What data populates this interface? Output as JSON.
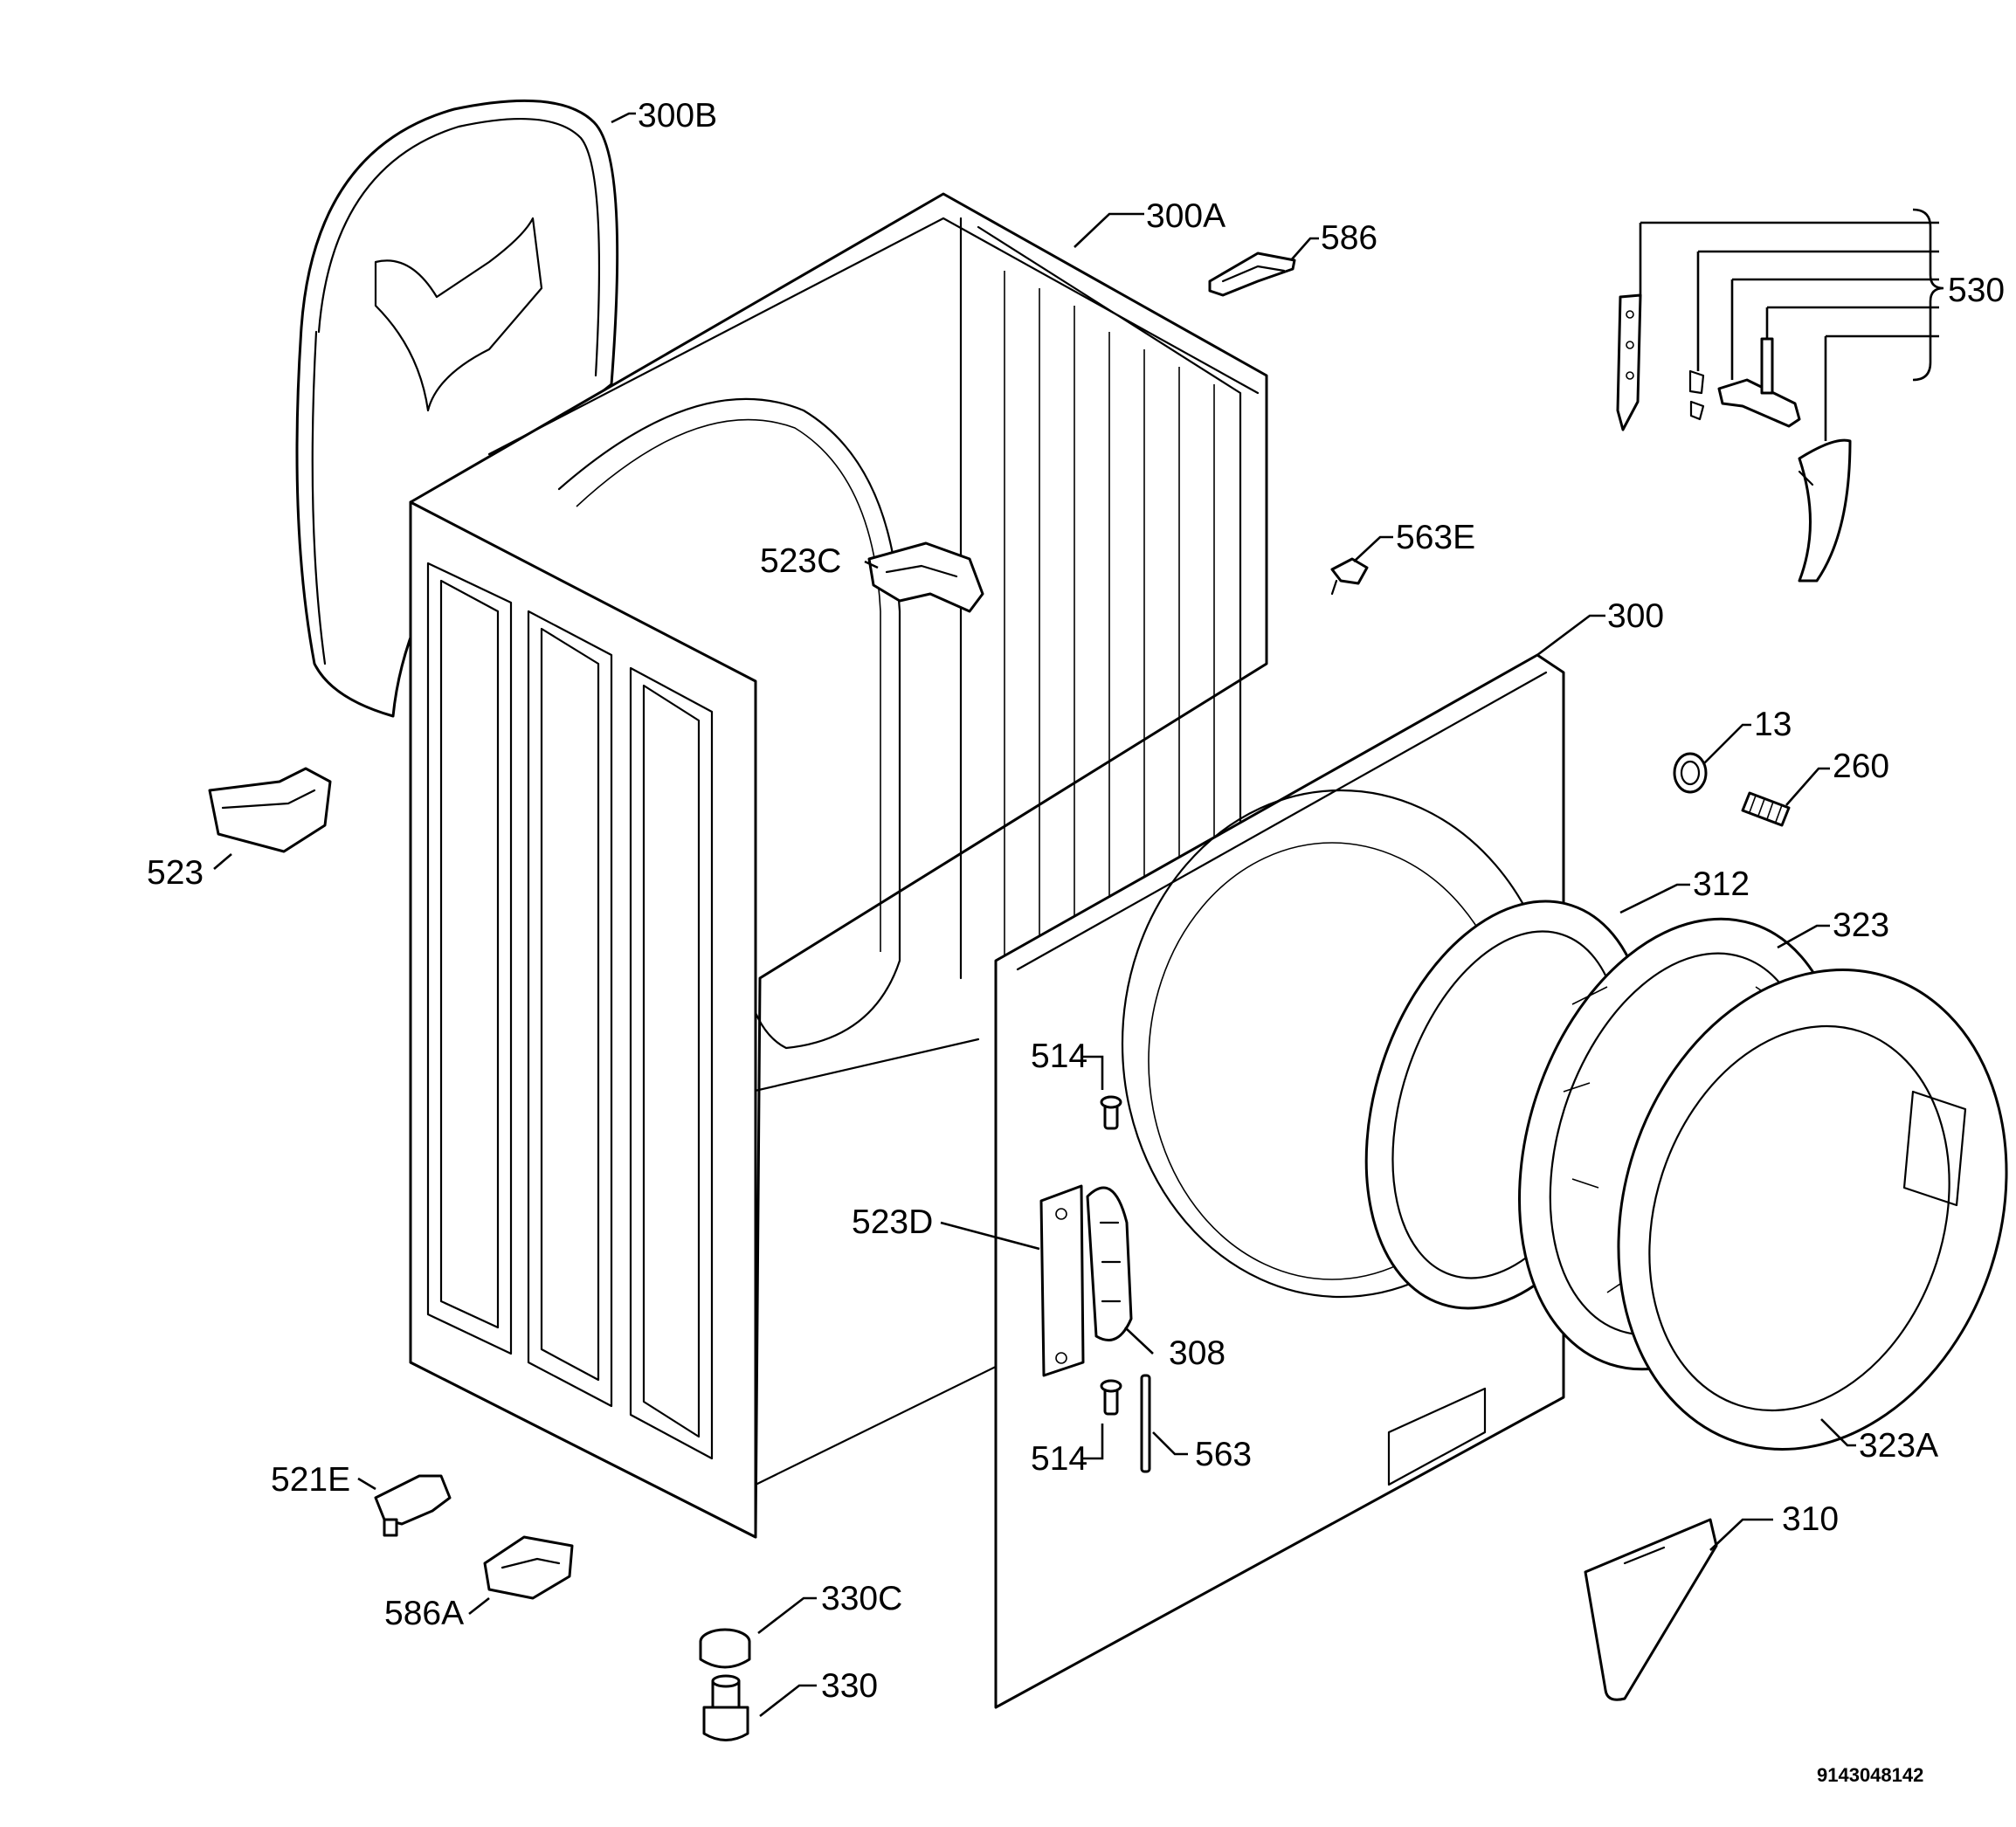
{
  "diagram": {
    "labels": {
      "l300B": "300B",
      "l300A": "300A",
      "l586": "586",
      "l530": "530",
      "l563E": "563E",
      "l523C": "523C",
      "l300": "300",
      "l13": "13",
      "l260": "260",
      "l523": "523",
      "l312": "312",
      "l323": "323",
      "l514a": "514",
      "l523D": "523D",
      "l308": "308",
      "l514b": "514",
      "l563": "563",
      "l323A": "323A",
      "l521E": "521E",
      "l586A": "586A",
      "l330C": "330C",
      "l310": "310",
      "l330": "330"
    },
    "document_number": "9143048142"
  }
}
